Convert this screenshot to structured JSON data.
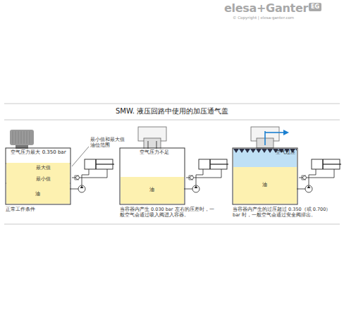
{
  "diagram": {
    "title": "SMW. 液压回路中使用的加压通气盖",
    "nodes": [
      {
        "text": [
          "空气压力最大 0.350 bar"
        ]
      },
      {
        "text": [
          "油"
        ]
      },
      {
        "text": [
          "空气压力不足"
        ]
      },
      {
        "text": [
          "油"
        ]
      },
      {
        "text": [
          "空气过压"
        ]
      },
      {
        "text": [
          "油"
        ]
      }
    ],
    "labels": [
      "elesa+Ganter",
      "EG",
      "© Copyright | elesa-ganter.com",
      "最大值",
      "最小值",
      "最小值和最大值 油位范围",
      "正常工作条件",
      "当容器内产生 0.030 bar 左右的压差时，一般空气会通过吸入阀进入容器。",
      "当容器内产生的过压超过 0.350（或 0.700）bar 时，一般空气会通过安全阀排出。"
    ]
  }
}
